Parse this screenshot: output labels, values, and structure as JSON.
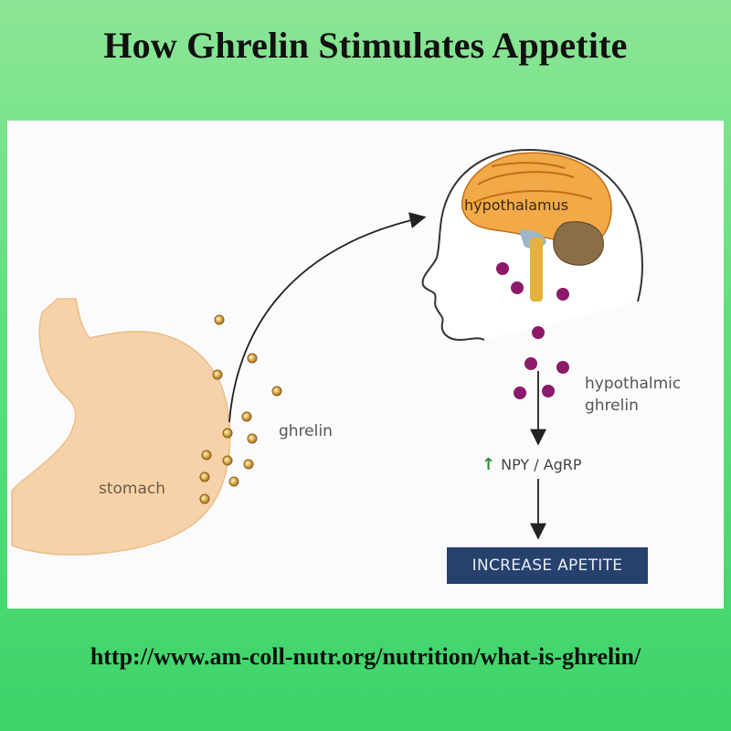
{
  "header": {
    "title": "How Ghrelin Stimulates Appetite"
  },
  "diagram": {
    "labels": {
      "stomach": "stomach",
      "ghrelin": "ghrelin",
      "hypothalamus": "hypothalamus",
      "hypothalamic_ghrelin_line1": "hypothalmic",
      "hypothalamic_ghrelin_line2": "ghrelin",
      "npy_agrp": "NPY / AgRP",
      "increase_appetite": "INCREASE APETITE"
    },
    "icons": {
      "npy_arrow": "up-arrow-icon"
    },
    "colors": {
      "background_top": "#8ce596",
      "background_bottom": "#3dd46a",
      "stomach_fill": "#f7d2a8",
      "ghrelin_dot": "#c8912e",
      "hypothalamic_dot": "#8c1a6a",
      "result_box": "#27416d",
      "npy_arrow": "#2e8b3a"
    }
  },
  "footer": {
    "source_url": "http://www.am-coll-nutr.org/nutrition/what-is-ghrelin/"
  }
}
